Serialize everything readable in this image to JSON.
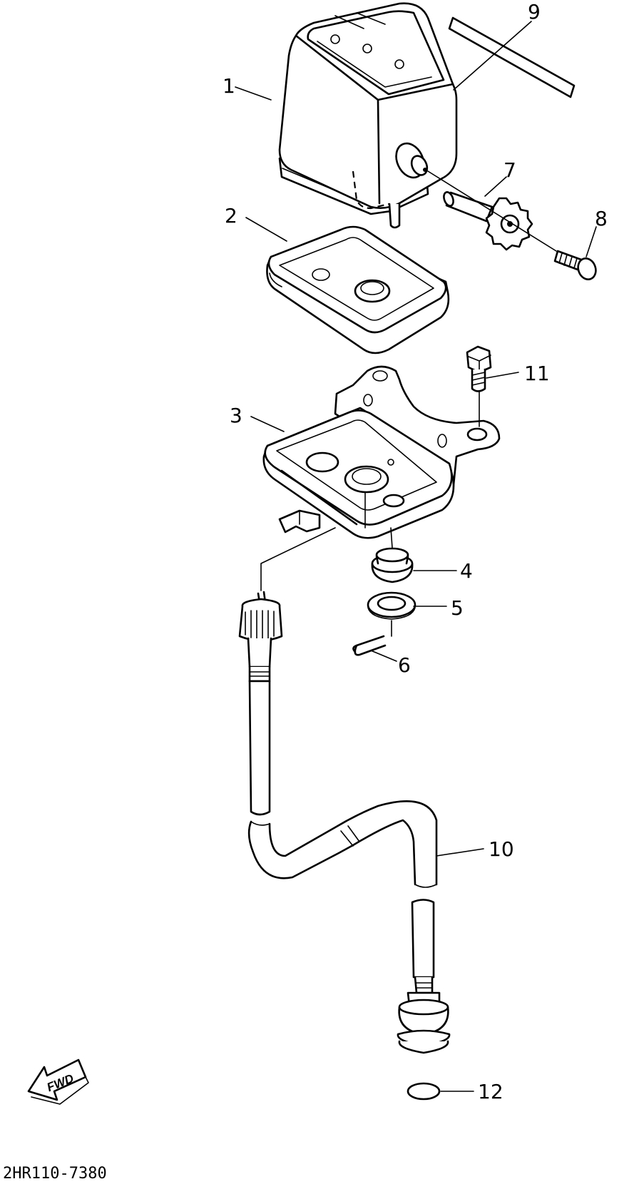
{
  "diagram": {
    "callouts": [
      {
        "id": "1",
        "text": "1"
      },
      {
        "id": "2",
        "text": "2"
      },
      {
        "id": "3",
        "text": "3"
      },
      {
        "id": "4",
        "text": "4"
      },
      {
        "id": "5",
        "text": "5"
      },
      {
        "id": "6",
        "text": "6"
      },
      {
        "id": "7",
        "text": "7"
      },
      {
        "id": "8",
        "text": "8"
      },
      {
        "id": "9",
        "text": "9"
      },
      {
        "id": "10",
        "text": "10"
      },
      {
        "id": "11",
        "text": "11"
      },
      {
        "id": "12",
        "text": "12"
      }
    ],
    "fwd_label": "FWD",
    "drawing_code": "2HR110-7380"
  }
}
